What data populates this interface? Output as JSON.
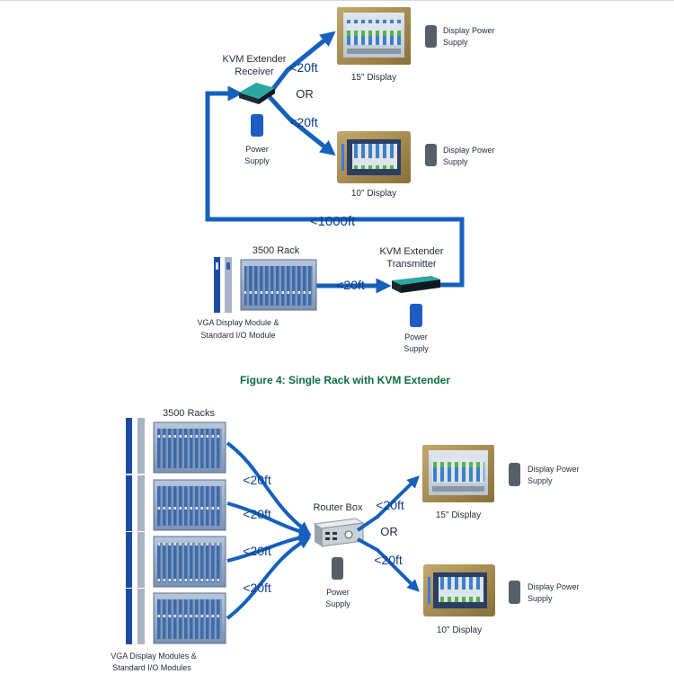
{
  "figure4": {
    "caption": "Figure 4:  Single Rack with KVM Extender",
    "kvm_receiver": [
      "KVM Extender",
      "Receiver"
    ],
    "kvm_transmitter": [
      "KVM Extender",
      "Transmitter"
    ],
    "rack_label": "3500 Rack",
    "module_label": [
      "VGA Display Module &",
      "Standard I/O Module"
    ],
    "display15": "15\" Display",
    "display10": "10\" Display",
    "display_power": [
      "Display Power",
      "Supply"
    ],
    "power_supply": [
      "Power",
      "Supply"
    ],
    "dist_20ft": "<20ft",
    "dist_1000ft": "<1000ft",
    "or": "OR"
  },
  "figure5": {
    "racks_label": "3500 Racks",
    "modules_label": [
      "VGA Display Modules &",
      "Standard I/O Modules"
    ],
    "router_label": "Router Box",
    "display15": "15\" Display",
    "display10": "10\" Display",
    "display_power": [
      "Display Power",
      "Supply"
    ],
    "power_supply": [
      "Power",
      "Supply"
    ],
    "dist_20ft": "<20ft",
    "or": "OR"
  },
  "colors": {
    "line": "#1560bd",
    "caption": "#0b6e3e",
    "rack": "#8ea3c2",
    "display_frame": "#a8905a"
  }
}
